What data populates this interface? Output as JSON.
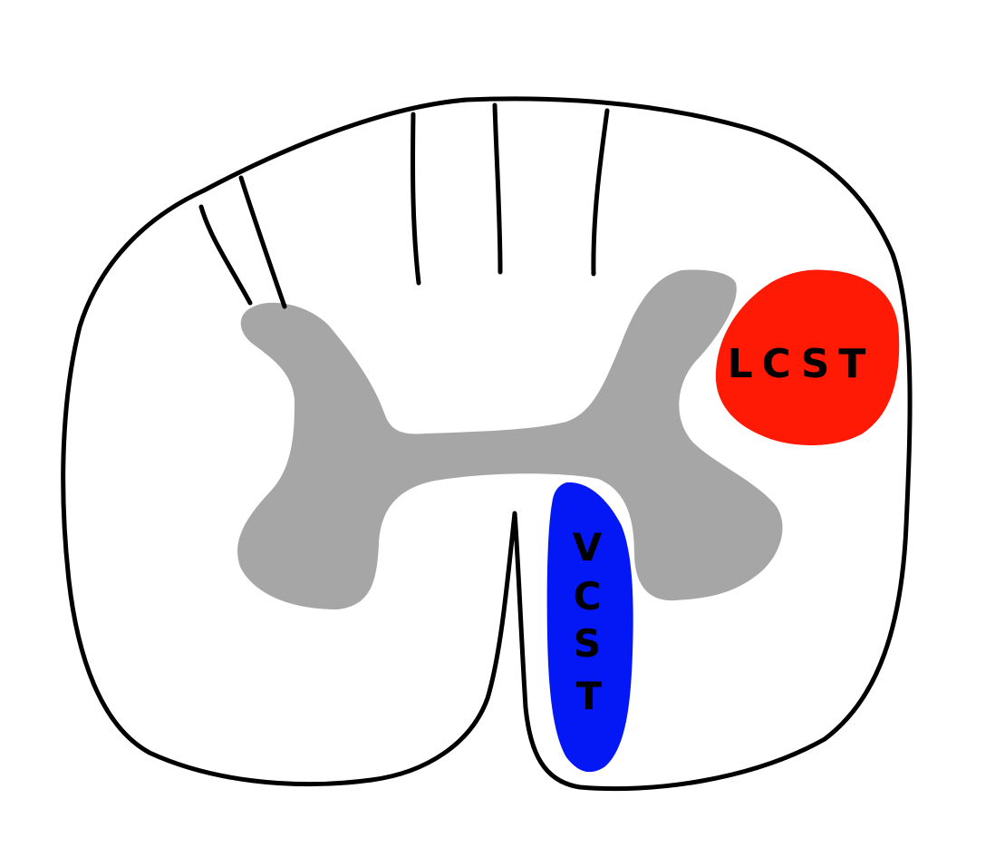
{
  "regions": {
    "lcst": {
      "label": "LCST",
      "color": "#ff1a06"
    },
    "vcst": {
      "label": "VCST",
      "letters": [
        "V",
        "C",
        "S",
        "T"
      ],
      "color": "#0418f5"
    }
  },
  "colors": {
    "outline": "#000000",
    "gray_matter": "#a6a6a6",
    "white_matter": "#ffffff",
    "label_ink": "#000000"
  }
}
